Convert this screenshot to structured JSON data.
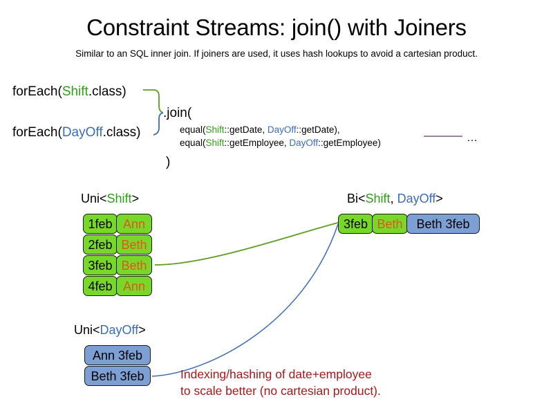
{
  "slide": {
    "title": "Constraint Streams: join() with Joiners",
    "subtitle": "Similar to an SQL inner join. If joiners are used, it uses hash lookups to avoid a cartesian product."
  },
  "code": {
    "foreach_shift": {
      "prefix": "forEach(",
      "type": "Shift",
      "suffix": ".class)"
    },
    "foreach_dayoff": {
      "prefix": "forEach(",
      "type": "DayOff",
      "suffix": ".class)"
    },
    "join_open": ".join(",
    "joiner_1": {
      "fn_open": "equal(",
      "left_type": "Shift",
      "left_ref": "::getDate, ",
      "right_type": "DayOff",
      "right_ref": "::getDate),"
    },
    "joiner_2": {
      "fn_open": "equal(",
      "left_type": "Shift",
      "left_ref": "::getEmployee, ",
      "right_type": "DayOff",
      "right_ref": "::getEmployee)"
    },
    "join_close": ")",
    "ellipsis": "…"
  },
  "streams": {
    "uni_shift": {
      "label_prefix": "Uni<",
      "label_type": "Shift",
      "label_suffix": ">",
      "rows": [
        {
          "date": "1feb",
          "employee": "Ann"
        },
        {
          "date": "2feb",
          "employee": "Beth"
        },
        {
          "date": "3feb",
          "employee": "Beth"
        },
        {
          "date": "4feb",
          "employee": "Ann"
        }
      ]
    },
    "uni_dayoff": {
      "label_prefix": "Uni<",
      "label_type": "DayOff",
      "label_suffix": ">",
      "rows": [
        {
          "text": "Ann 3feb"
        },
        {
          "text": "Beth 3feb"
        }
      ]
    },
    "bi": {
      "label_prefix": "Bi<",
      "label_type_a": "Shift",
      "label_sep": ", ",
      "label_type_b": "DayOff",
      "label_suffix": ">",
      "row": {
        "date": "3feb",
        "employee": "Beth",
        "dayoff": "Beth 3feb"
      }
    }
  },
  "note": {
    "line1": "Indexing/hashing of date+employee",
    "line2": "to scale better (no cartesian product)."
  },
  "colors": {
    "shift_green": "#2d9e18",
    "dayoff_blue": "#3a6cb8",
    "cell_green": "#77d82a",
    "cell_blue": "#7da0d4",
    "employee_orange": "#e8531a",
    "note_red": "#a81818",
    "connector_purple": "#7a5a7a"
  }
}
